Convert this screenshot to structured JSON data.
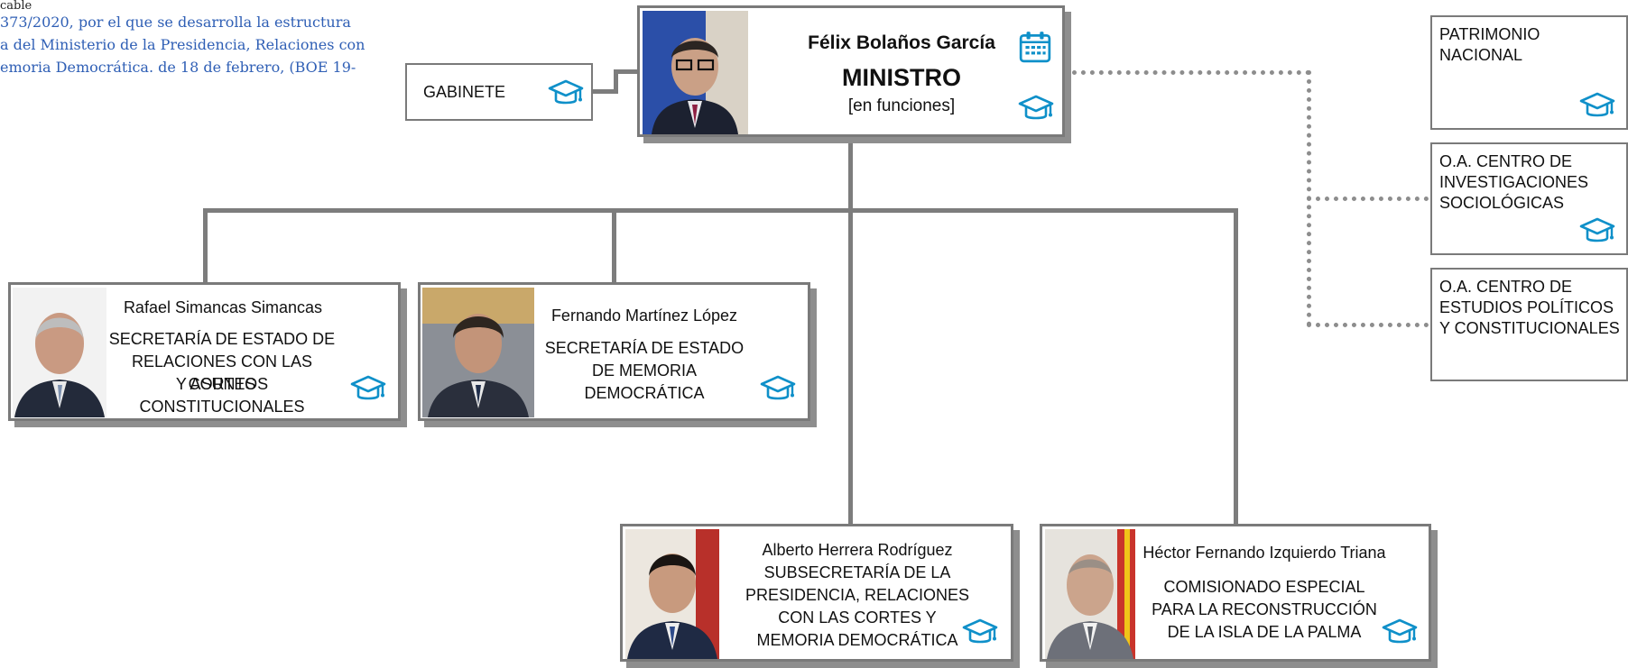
{
  "legal": {
    "heading_fragment": "cable",
    "lines": [
      "373/2020, por el que se desarrolla la estructura",
      "a del Ministerio de la Presidencia, Relaciones con",
      "emoria Democrática. de 18 de febrero, (BOE 19-"
    ]
  },
  "minister": {
    "name": "Félix Bolaños García",
    "title": "MINISTRO",
    "status": "[en funciones]"
  },
  "gabinete": {
    "label": "GABINETE"
  },
  "units": [
    {
      "name": "Rafael Simancas Simancas",
      "title_lines": [
        "SECRETARÍA DE ESTADO DE",
        "RELACIONES CON LAS CORTES",
        "Y  ASUNTOS",
        "CONSTITUCIONALES"
      ]
    },
    {
      "name": "Fernando Martínez López",
      "title_lines": [
        "SECRETARÍA DE ESTADO",
        "DE MEMORIA",
        "DEMOCRÁTICA"
      ]
    },
    {
      "name": "Alberto Herrera Rodríguez",
      "title_lines": [
        "SUBSECRETARÍA DE LA",
        "PRESIDENCIA, RELACIONES",
        "CON LAS CORTES Y",
        "MEMORIA DEMOCRÁTICA"
      ]
    },
    {
      "name": "Héctor Fernando Izquierdo Triana",
      "title_lines": [
        "COMISIONADO ESPECIAL",
        "PARA LA RECONSTRUCCIÓN",
        "DE LA ISLA DE LA PALMA"
      ]
    }
  ],
  "agencies": [
    {
      "lines": [
        "PATRIMONIO",
        "NACIONAL"
      ]
    },
    {
      "lines": [
        "O.A. CENTRO DE",
        "INVESTIGACIONES",
        "SOCIOLÓGICAS"
      ]
    },
    {
      "lines": [
        "O.A. CENTRO DE",
        "ESTUDIOS POLÍTICOS",
        "Y CONSTITUCIONALES"
      ]
    }
  ],
  "icons": {
    "profile": "graduation-cap-icon",
    "agenda": "calendar-icon",
    "accent": "#0f90c9"
  }
}
